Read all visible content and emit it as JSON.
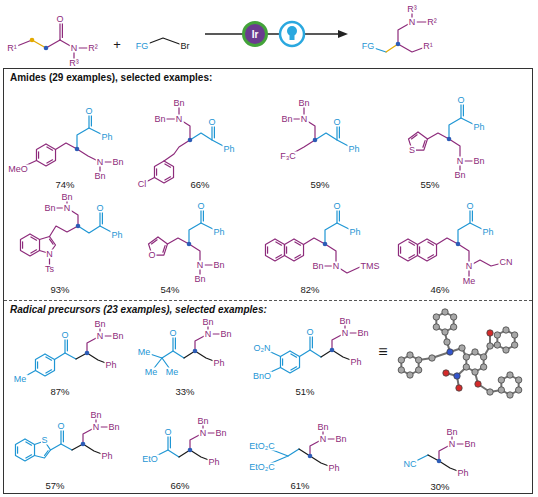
{
  "diagram": {
    "nodes": [
      {
        "text": [
          "Ir"
        ]
      },
      {
        "text": [
          "Amides (29 examples), selected examples:"
        ]
      },
      {
        "text": [
          "Radical precursors (23 examples), selected examples:"
        ],
        "in": 1
      }
    ],
    "labels": [
      "R¹",
      "O",
      "N",
      "R²",
      "R³",
      "+",
      "FG",
      "Br",
      "FG",
      "R³",
      "N",
      "R²",
      "R¹",
      "MeO",
      "O",
      "Ph",
      "N",
      "Bn",
      "Bn",
      "74%",
      "Bn",
      "N",
      "Bn",
      "Cl",
      "O",
      "Ph",
      "66%",
      "Bn",
      "N",
      "Bn",
      "F₃C",
      "O",
      "Ph",
      "59%",
      "O",
      "Ph",
      "S",
      "N",
      "Bn",
      "Bn",
      "55%",
      "Bn",
      "N",
      "Bn",
      "N",
      "Ts",
      "O",
      "Ph",
      "93%",
      "O",
      "Ph",
      "O",
      "N",
      "Bn",
      "Bn",
      "54%",
      "O",
      "Ph",
      "N",
      "Bn",
      "TMS",
      "82%",
      "O",
      "Ph",
      "N",
      "Me",
      "CN",
      "46%",
      "O",
      "Me",
      "N",
      "Bn",
      "Bn",
      "Ph",
      "87%",
      "Me",
      "Me",
      "Me",
      "O",
      "N",
      "Bn",
      "Bn",
      "Ph",
      "33%",
      "O₂N",
      "BnO",
      "O",
      "N",
      "Bn",
      "Bn",
      "Ph",
      "≡",
      "51%",
      "S",
      "O",
      "N",
      "Bn",
      "Bn",
      "Ph",
      "57%",
      "O",
      "EtO",
      "N",
      "Bn",
      "Bn",
      "Ph",
      "66%",
      "EtO₂C",
      "EtO₂C",
      "N",
      "Bn",
      "Bn",
      "Ph",
      "61%",
      "NC",
      "N",
      "Bn",
      "Bn",
      "Ph",
      "30%"
    ]
  }
}
